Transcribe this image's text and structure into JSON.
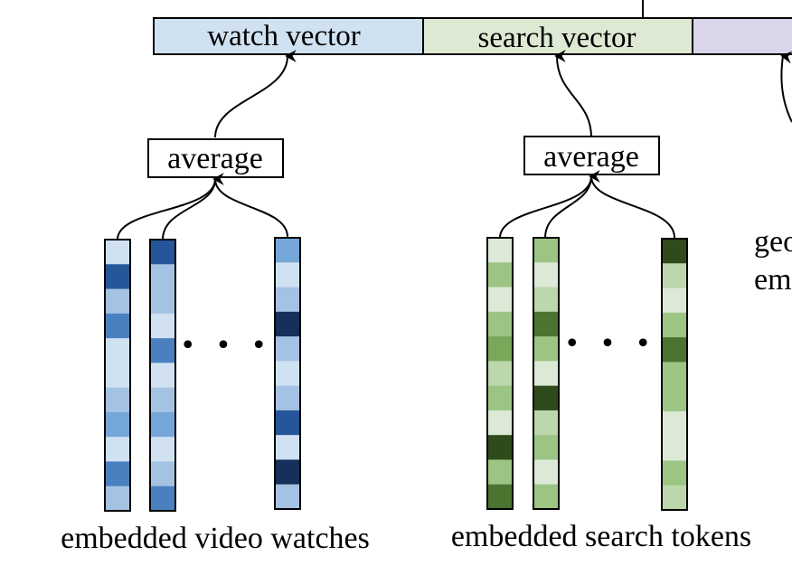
{
  "vector_bar": {
    "segments": [
      {
        "label": "watch vector",
        "color": "#d0e1f2"
      },
      {
        "label": "search vector",
        "color": "#dde9d3"
      },
      {
        "label": "",
        "color": "#dad6ea"
      }
    ]
  },
  "watch_group": {
    "average_label": "average",
    "caption": "embedded video watches",
    "ellipsis": "• • •",
    "columns": [
      [
        "#d0e1f2",
        "#25569a",
        "#a4c3e3",
        "#4a80c0",
        "#d0e1f2",
        "#d0e1f2",
        "#a4c3e3",
        "#75a6d8",
        "#d0e1f2",
        "#4a80c0",
        "#a4c3e3"
      ],
      [
        "#25569a",
        "#a4c3e3",
        "#a4c3e3",
        "#d0e1f2",
        "#4a80c0",
        "#d0e1f2",
        "#a4c3e3",
        "#75a6d8",
        "#d0e1f2",
        "#a4c3e3",
        "#4a80c0"
      ],
      [
        "#75a6d8",
        "#d0e1f2",
        "#a4c3e3",
        "#15305a",
        "#a4c3e3",
        "#d0e1f2",
        "#a4c3e3",
        "#25569a",
        "#d0e1f2",
        "#15305a",
        "#a4c3e3"
      ]
    ]
  },
  "search_group": {
    "average_label": "average",
    "caption": "embedded search tokens",
    "ellipsis": "• • •",
    "columns": [
      [
        "#dce9d6",
        "#9cc483",
        "#dce9d6",
        "#9cc483",
        "#7aa85a",
        "#bbd7ab",
        "#9cc483",
        "#dce9d6",
        "#2f4a1b",
        "#9cc483",
        "#4a7430"
      ],
      [
        "#9cc483",
        "#dce9d6",
        "#bbd7ab",
        "#4a7430",
        "#9cc483",
        "#dce9d6",
        "#2f4a1b",
        "#bbd7ab",
        "#9cc483",
        "#dce9d6",
        "#9cc483"
      ],
      [
        "#2f4a1b",
        "#bbd7ab",
        "#dce9d6",
        "#9cc483",
        "#4a7430",
        "#9cc483",
        "#9cc483",
        "#dce9d6",
        "#dce9d6",
        "#9cc483",
        "#bbd7ab"
      ]
    ]
  },
  "geo_group": {
    "caption_line1": "geo",
    "caption_line2": "em"
  }
}
